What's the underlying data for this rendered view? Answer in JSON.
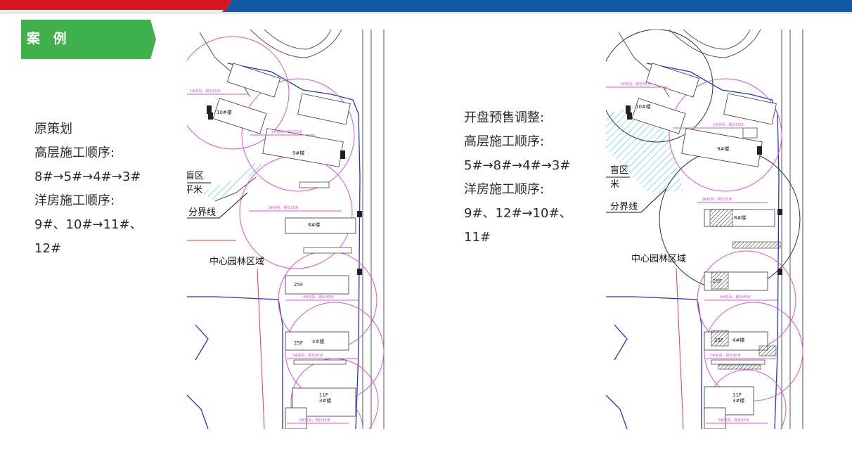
{
  "header": {
    "tag_label": "案 例",
    "colors": {
      "red": "#d7141f",
      "blue": "#1357a6",
      "tag_green": "#3fb04b"
    }
  },
  "left": {
    "lines": [
      "原策划",
      "高层施工顺序:",
      "8#→5#→4#→3#",
      "洋房施工顺序:",
      "9#、10#→11#、",
      "12#"
    ]
  },
  "right": {
    "lines": [
      "开盘预售调整:",
      "高层施工顺序:",
      "5#→8#→4#→3#",
      "洋房施工顺序:",
      "9#、12#→10#、",
      "11#"
    ]
  },
  "plan_left": {
    "labels": {
      "blind_zone": "盲区",
      "meter": "平米",
      "boundary": "分界线",
      "garden": "中心园林区域",
      "b10": "10#楼",
      "b9": "9#楼",
      "b8": "8#楼",
      "b4": "4#楼",
      "b3": "3#楼",
      "f25a": "25F",
      "f25b": "25F",
      "f11": "11F",
      "crane1": "1#塔吊，臂长55米",
      "crane2": "2#塔吊，臂长55米",
      "crane3": "3#塔吊，臂长55米",
      "crane4": "4#塔吊，臂长45米",
      "crane5": "5#塔吊，臂长45米",
      "crane6": "6#塔吊，臂长45米"
    }
  },
  "plan_right": {
    "labels": {
      "blind_zone": "盲区",
      "meter": "米",
      "boundary": "分界线",
      "garden": "中心园林区域",
      "b10": "10#楼",
      "b9": "9#楼",
      "b8": "8#楼",
      "b4": "4#楼",
      "b3": "3#楼",
      "f25a": "25F",
      "f25b": "25F",
      "f11": "11F",
      "crane1": "1#塔吊，臂长45米",
      "crane2": "2#塔吊，臂长55米",
      "crane3": "3#塔吊，臂长55米",
      "crane4": "4#塔吊，臂长45米",
      "crane5": "5#塔吊，臂长45米",
      "crane6": "6#塔吊，臂长45米"
    }
  }
}
